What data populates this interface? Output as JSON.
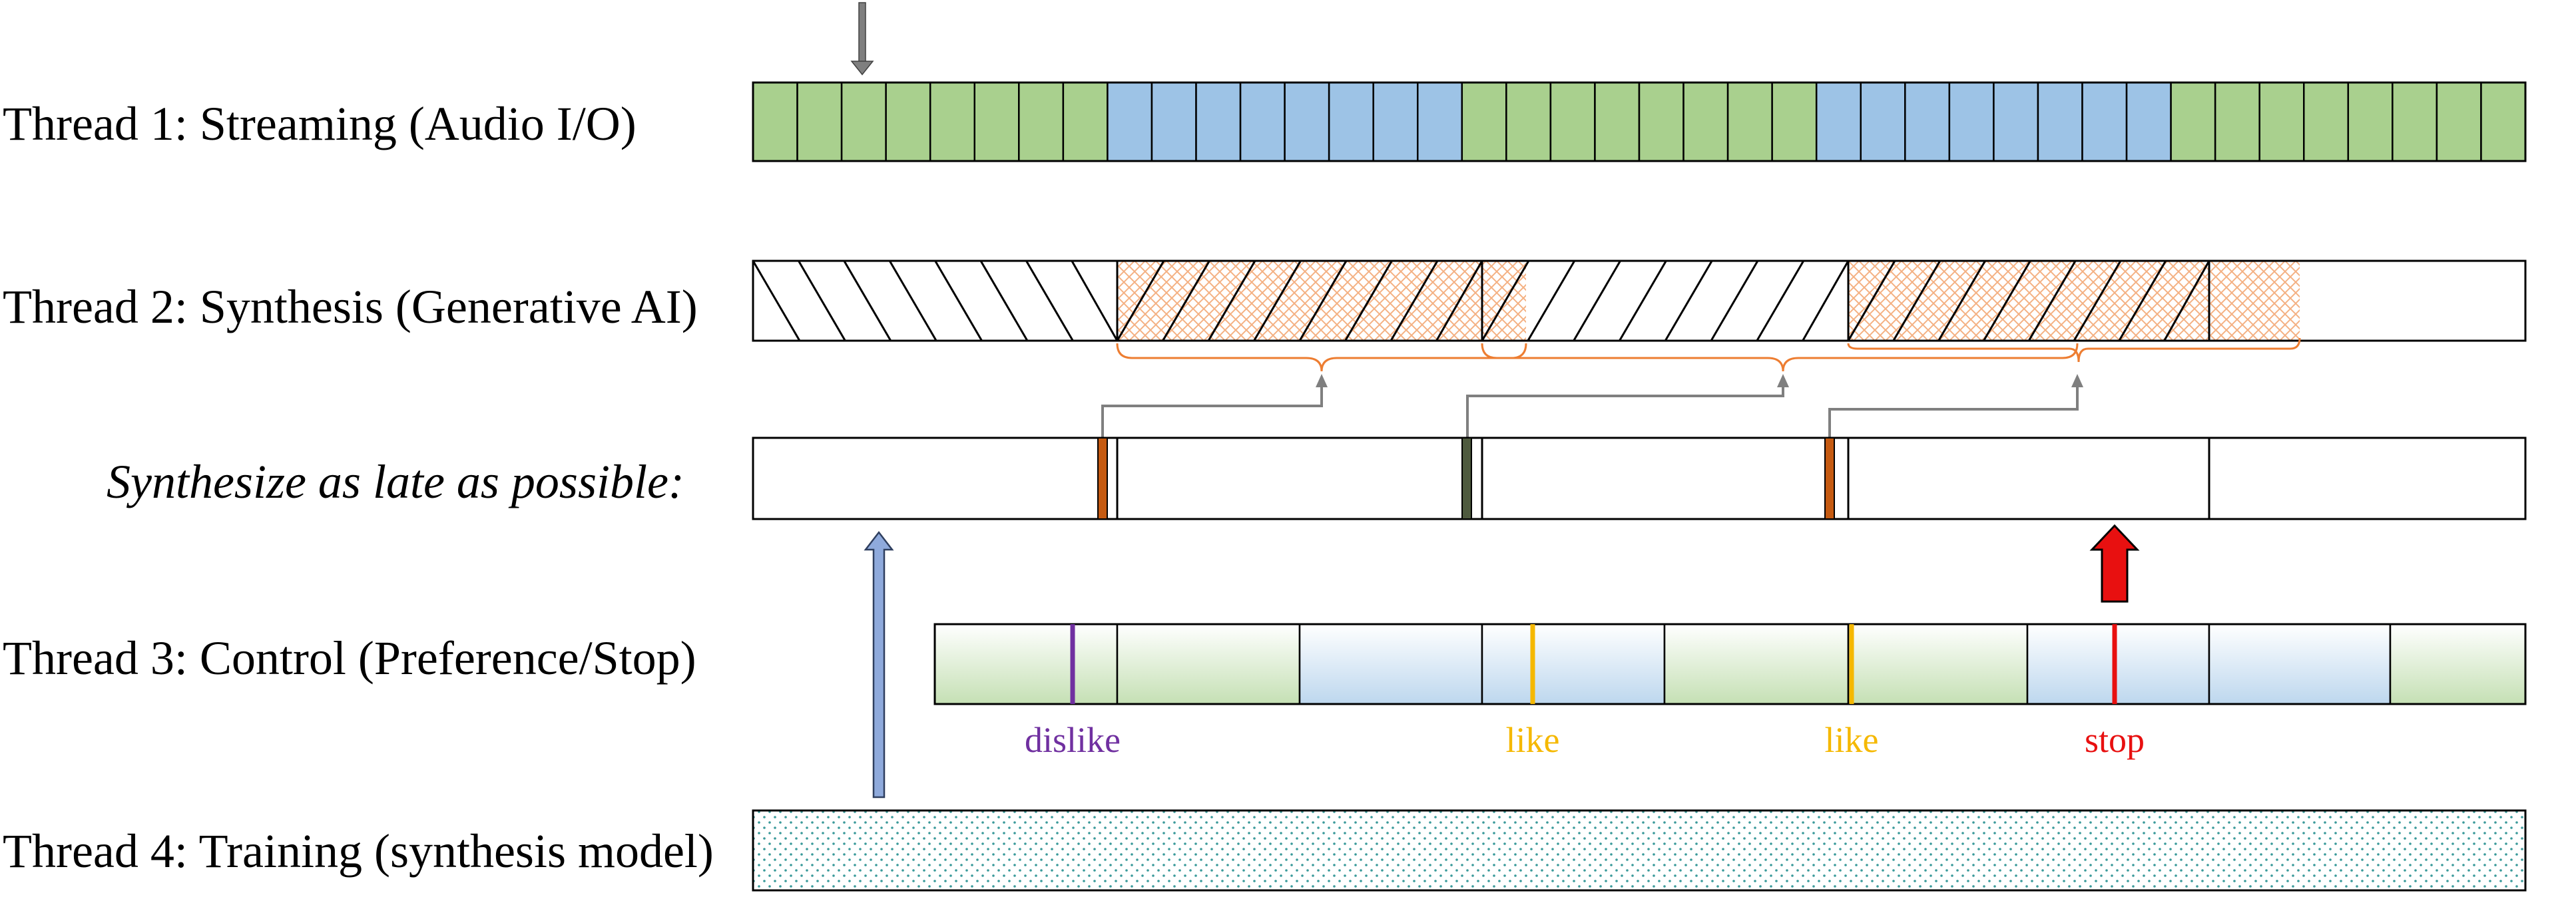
{
  "rows": {
    "thread1": {
      "label": "Thread 1: Streaming (Audio I/O)"
    },
    "thread2": {
      "label": "Thread 2: Synthesis (Generative AI)"
    },
    "late": {
      "label": "Synthesize as late as possible:"
    },
    "thread3": {
      "label": "Thread 3: Control (Preference/Stop)"
    },
    "thread4": {
      "label": "Thread 4: Training (synthesis model)"
    }
  },
  "events": [
    {
      "label": "dislike",
      "color": "#7030a0"
    },
    {
      "label": "like",
      "color": "#f5b800"
    },
    {
      "label": "like",
      "color": "#f5b800"
    },
    {
      "label": "stop",
      "color": "#e81010"
    }
  ],
  "colors": {
    "green": "#a9d08e",
    "blue": "#9dc3e6",
    "orange_crosshatch": "#f4b183",
    "orange_marker": "#c55a11",
    "green_marker": "#4e5a3e",
    "stop_arrow": "#e81010",
    "training_arrow": "#8faadc",
    "brace": "#ed7d31",
    "dots": "#2e8b8b"
  }
}
